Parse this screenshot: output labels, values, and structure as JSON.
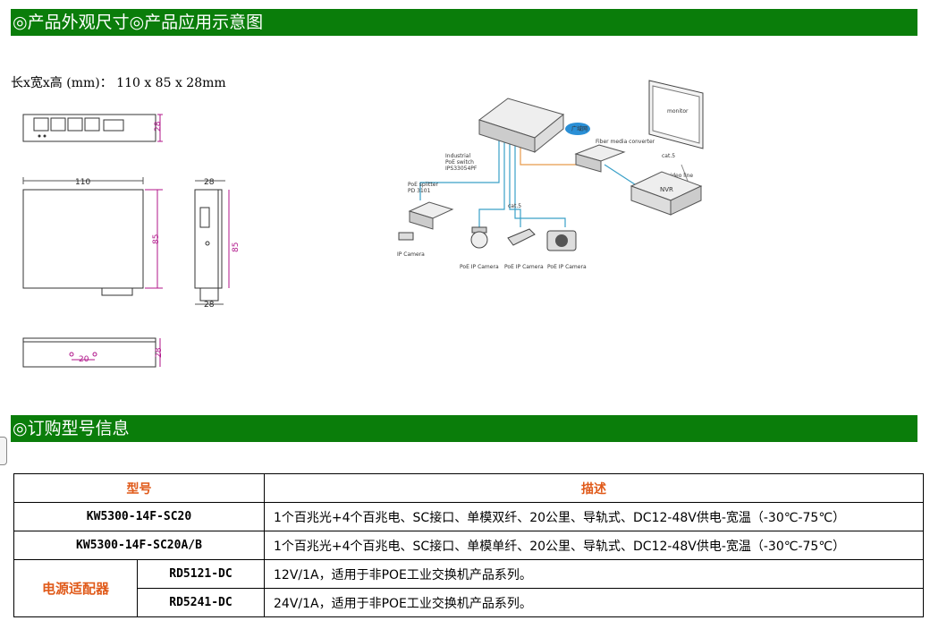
{
  "sections": {
    "appearance_title": "◎产品外观尺寸◎产品应用示意图",
    "ordering_title": "◎订购型号信息"
  },
  "dimensions": {
    "text": "长x宽x高 (mm)： 110 x 85 x 28mm",
    "labels": [
      "28",
      "110",
      "85",
      "28",
      "85",
      "28",
      "20",
      "28"
    ]
  },
  "diagram": {
    "switch_label": [
      "Industrial",
      "PoE switch",
      "IPS33054PF"
    ],
    "splitter_label": [
      "PoE splitter",
      "PD 3101"
    ],
    "ip_camera": "IP Camera",
    "poe_cameras": [
      "PoE IP Camera",
      "PoE IP Camera",
      "PoE IP Camera"
    ],
    "cable_cat5": "cat.5",
    "cable_cat5_b": "cat.5",
    "nvr": "NVR",
    "monitor": "monitor",
    "video_line": "video line",
    "media_converter": "Fiber media converter",
    "internet": "广域网"
  },
  "table": {
    "header_model": "型号",
    "header_desc": "描述",
    "rows": [
      {
        "model": "KW5300-14F-SC20",
        "desc": "1个百兆光+4个百兆电、SC接口、单模双纤、20公里、导轨式、DC12-48V供电-宽温（-30℃-75℃）"
      },
      {
        "model": "KW5300-14F-SC20A/B",
        "desc": "1个百兆光+4个百兆电、SC接口、单模单纤、20公里、导轨式、DC12-48V供电-宽温（-30℃-75℃）"
      }
    ],
    "psu_label": "电源适配器",
    "psu_rows": [
      {
        "model": "RD5121-DC",
        "desc": "12V/1A，适用于非POE工业交换机产品系列。"
      },
      {
        "model": "RD5241-DC",
        "desc": "24V/1A，适用于非POE工业交换机产品系列。"
      }
    ]
  }
}
